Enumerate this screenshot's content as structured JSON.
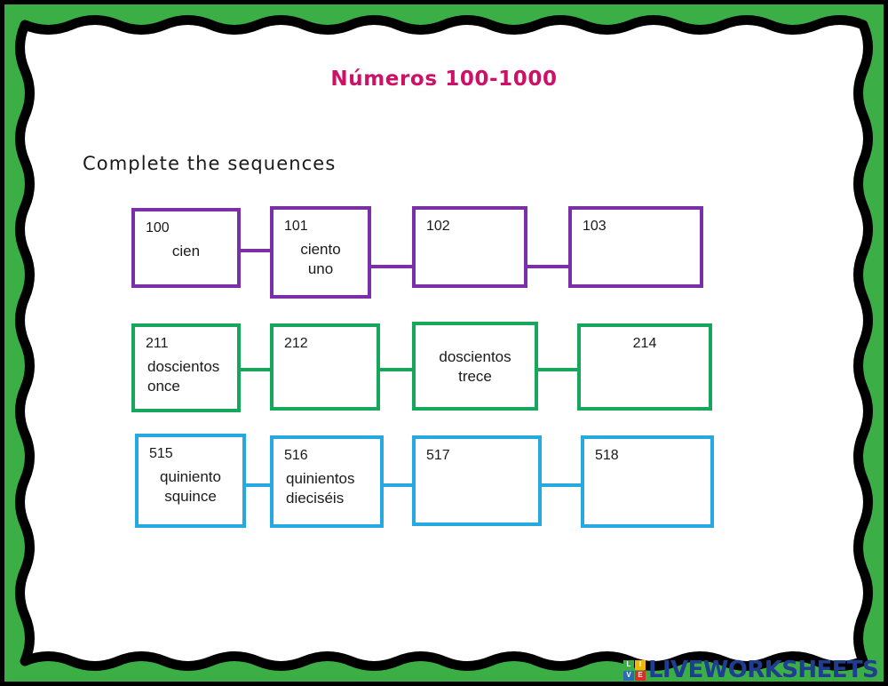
{
  "page": {
    "title": "Números 100-1000",
    "instruction": "Complete the sequences",
    "title_color": "#CC1166",
    "frame_green": "#3BAF46",
    "frame_black": "#000000",
    "paper_white": "#FFFFFF"
  },
  "sequences": [
    {
      "id": "row-100",
      "color": "#7B2FA8",
      "boxes": [
        {
          "number": "100",
          "word": "cien",
          "number_align": "left",
          "word_align": "center"
        },
        {
          "number": "101",
          "word": "ciento\nuno",
          "number_align": "left",
          "word_align": "center"
        },
        {
          "number": "102",
          "word": "",
          "number_align": "left",
          "word_align": "center"
        },
        {
          "number": "103",
          "word": "",
          "number_align": "left",
          "word_align": "center"
        }
      ]
    },
    {
      "id": "row-200",
      "color": "#16A75C",
      "boxes": [
        {
          "number": "211",
          "word": "doscientos\nonce",
          "number_align": "left",
          "word_align": "left"
        },
        {
          "number": "212",
          "word": "",
          "number_align": "left",
          "word_align": "left"
        },
        {
          "number": "",
          "word": "doscientos\ntrece",
          "number_align": "left",
          "word_align": "center"
        },
        {
          "number": "214",
          "word": "",
          "number_align": "center",
          "word_align": "center"
        }
      ]
    },
    {
      "id": "row-500",
      "color": "#26A9E0",
      "boxes": [
        {
          "number": "515",
          "word": "quiniento\nsquince",
          "number_align": "left",
          "word_align": "center"
        },
        {
          "number": "516",
          "word": "quinientos\ndieciséis",
          "number_align": "left",
          "word_align": "left"
        },
        {
          "number": "517",
          "word": "",
          "number_align": "left",
          "word_align": "center"
        },
        {
          "number": "518",
          "word": "",
          "number_align": "left",
          "word_align": "center"
        }
      ]
    }
  ],
  "logo": {
    "wordmark": "LIVEWORKSHEETS",
    "wordmark_color": "#1F3D91",
    "tiles": [
      {
        "letter": "L",
        "color": "#3BAF46"
      },
      {
        "letter": "I",
        "color": "#F2B705"
      },
      {
        "letter": "V",
        "color": "#2B6CB0"
      },
      {
        "letter": "E",
        "color": "#D93025"
      }
    ]
  }
}
